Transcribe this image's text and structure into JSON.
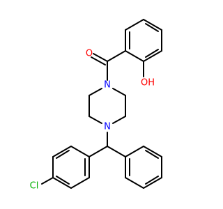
{
  "atoms": {
    "carbonyl_o": "O",
    "hydroxyl": "OH",
    "amide_n": "N",
    "amine_n": "N",
    "chlorine": "Cl"
  },
  "colors": {
    "bond": "#000000",
    "oxygen": "#ff0000",
    "nitrogen": "#0000ff",
    "chlorine": "#00b000",
    "background": "#ffffff"
  }
}
